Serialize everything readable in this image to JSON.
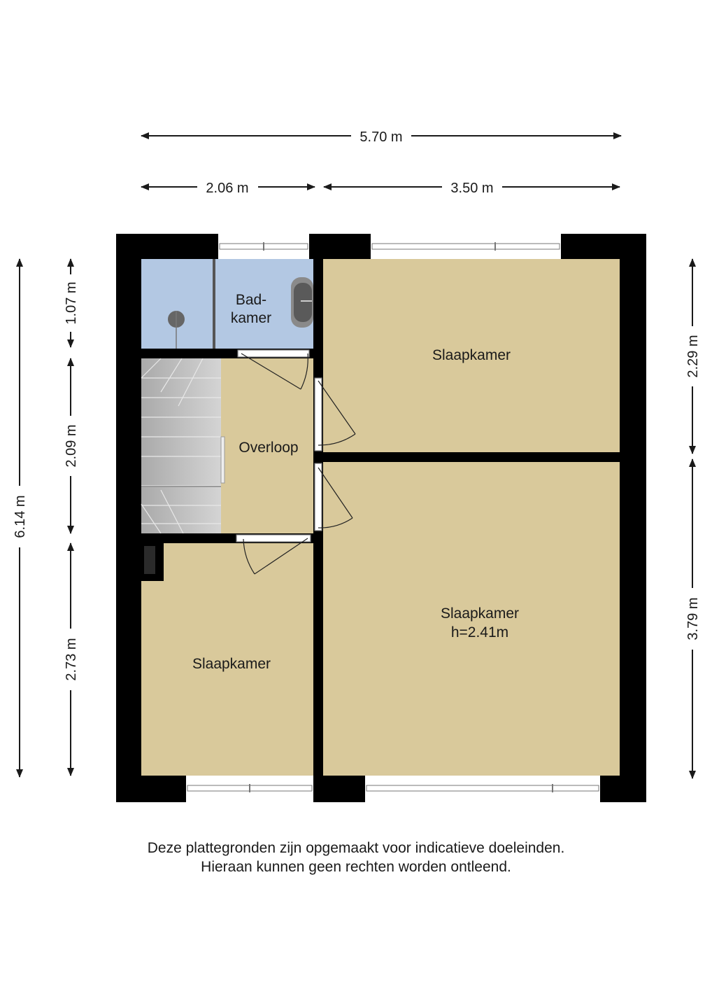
{
  "dimensions": {
    "top_total": "5.70 m",
    "top_left": "2.06 m",
    "top_right": "3.50 m",
    "left_total": "6.14 m",
    "left_upper": "1.07 m",
    "left_middle": "2.09 m",
    "left_lower": "2.73 m",
    "right_upper": "2.29 m",
    "right_lower": "3.79 m"
  },
  "rooms": {
    "badkamer_line1": "Bad-",
    "badkamer_line2": "kamer",
    "overloop": "Overloop",
    "slaapkamer_top_right": "Slaapkamer",
    "slaapkamer_bottom_right": "Slaapkamer",
    "slaapkamer_bottom_right_height": "h=2.41m",
    "slaapkamer_bottom_left": "Slaapkamer"
  },
  "disclaimer": {
    "line1": "Deze plattegronden zijn opgemaakt voor indicatieve doeleinden.",
    "line2": "Hieraan kunnen geen rechten worden ontleend."
  },
  "colors": {
    "wall": "#000000",
    "floor": "#d9c99b",
    "bathroom": "#b3c8e3",
    "stairs": "#bdbdbd"
  }
}
